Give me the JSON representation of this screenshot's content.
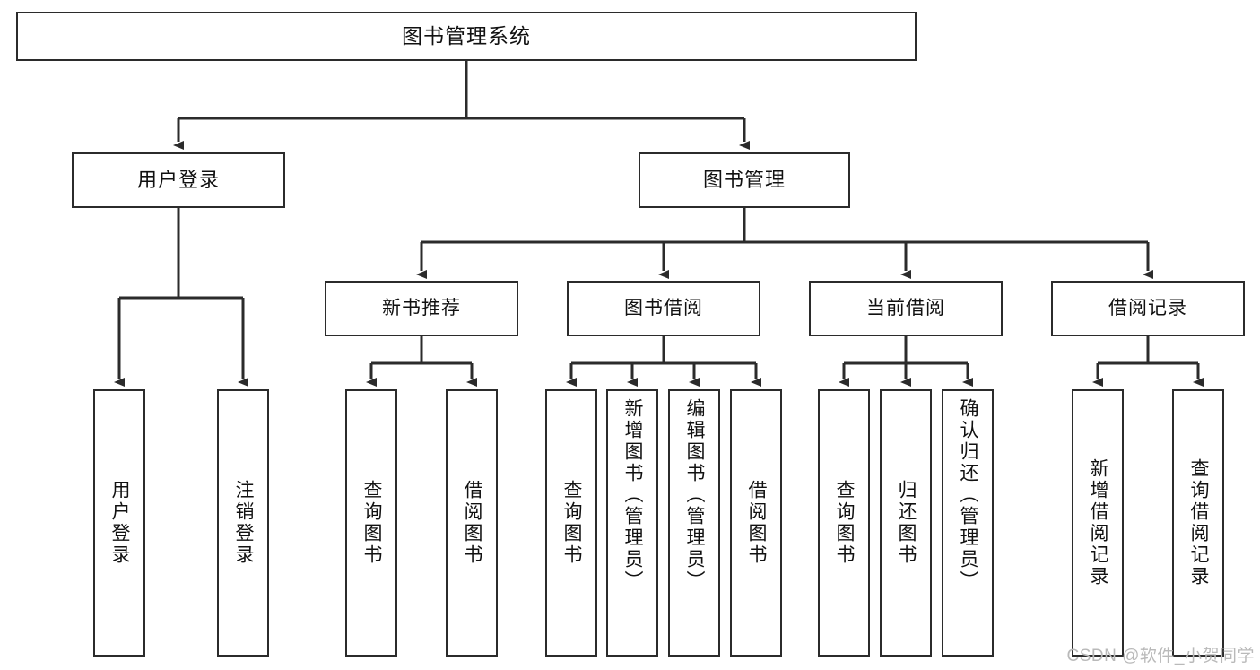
{
  "diagram": {
    "title": "图书管理系统",
    "type": "tree",
    "root": {
      "label": "图书管理系统"
    },
    "level2": [
      {
        "label": "用户登录"
      },
      {
        "label": "图书管理"
      }
    ],
    "level3": [
      {
        "label": "新书推荐"
      },
      {
        "label": "图书借阅"
      },
      {
        "label": "当前借阅"
      },
      {
        "label": "借阅记录"
      }
    ],
    "leaves": {
      "user_login": [
        {
          "label": "用户登录"
        },
        {
          "label": "注销登录"
        }
      ],
      "new_book_recommend": [
        {
          "label": "查询图书"
        },
        {
          "label": "借阅图书"
        }
      ],
      "book_borrow": [
        {
          "label": "查询图书"
        },
        {
          "label": "新增图书（管理员）"
        },
        {
          "label": "编辑图书（管理员）"
        },
        {
          "label": "借阅图书"
        }
      ],
      "current_borrow": [
        {
          "label": "查询图书"
        },
        {
          "label": "归还图书"
        },
        {
          "label": "确认归还（管理员）"
        }
      ],
      "borrow_record": [
        {
          "label": "新增借阅记录"
        },
        {
          "label": "查询借阅记录"
        }
      ]
    }
  },
  "watermark": {
    "text": "CSDN @软件_小贺同学"
  },
  "colors": {
    "box_border": "#2b2b2b",
    "box_fill": "#ffffff",
    "connector": "#2b2b2b",
    "text": "#111111",
    "watermark": "#b9b9b9"
  }
}
